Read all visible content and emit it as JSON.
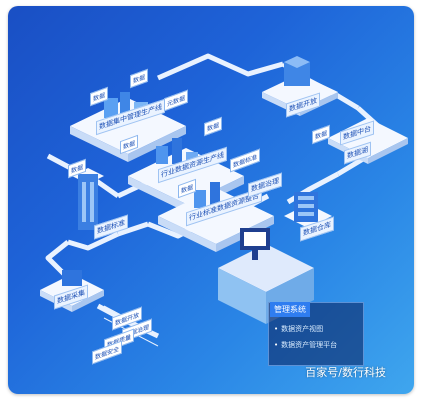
{
  "diagram": {
    "nodes": [
      {
        "id": "n1",
        "label": "数据集中管理生产线"
      },
      {
        "id": "n2",
        "label": "行业数据资源生产线"
      },
      {
        "id": "n3",
        "label": "行业标准数据资源整合"
      },
      {
        "id": "n4",
        "label": "数据开放"
      },
      {
        "id": "n5",
        "label": "数据中台"
      },
      {
        "id": "n6",
        "label": "数据湖"
      },
      {
        "id": "n7",
        "label": "数据仓库"
      },
      {
        "id": "n8",
        "label": "数据采集"
      },
      {
        "id": "n9",
        "label": "数据标准"
      },
      {
        "id": "n10",
        "label": "数据治理"
      }
    ],
    "tags": [
      "数据",
      "数据",
      "元数据",
      "数据",
      "数据",
      "数据",
      "数据标准",
      "数据",
      "数据"
    ],
    "stack": [
      "数据开放",
      "数据治理",
      "数据质量",
      "数据安全"
    ],
    "panel": {
      "title": "管理系统",
      "items": [
        "数据资产视图",
        "数据资产管理平台"
      ]
    }
  },
  "watermark": "百家号/数行科技",
  "colors": {
    "bg_start": "#1a4fc4",
    "bg_end": "#3fa6ee",
    "platform": "#f4f8ff",
    "line": "#e9f2ff"
  }
}
